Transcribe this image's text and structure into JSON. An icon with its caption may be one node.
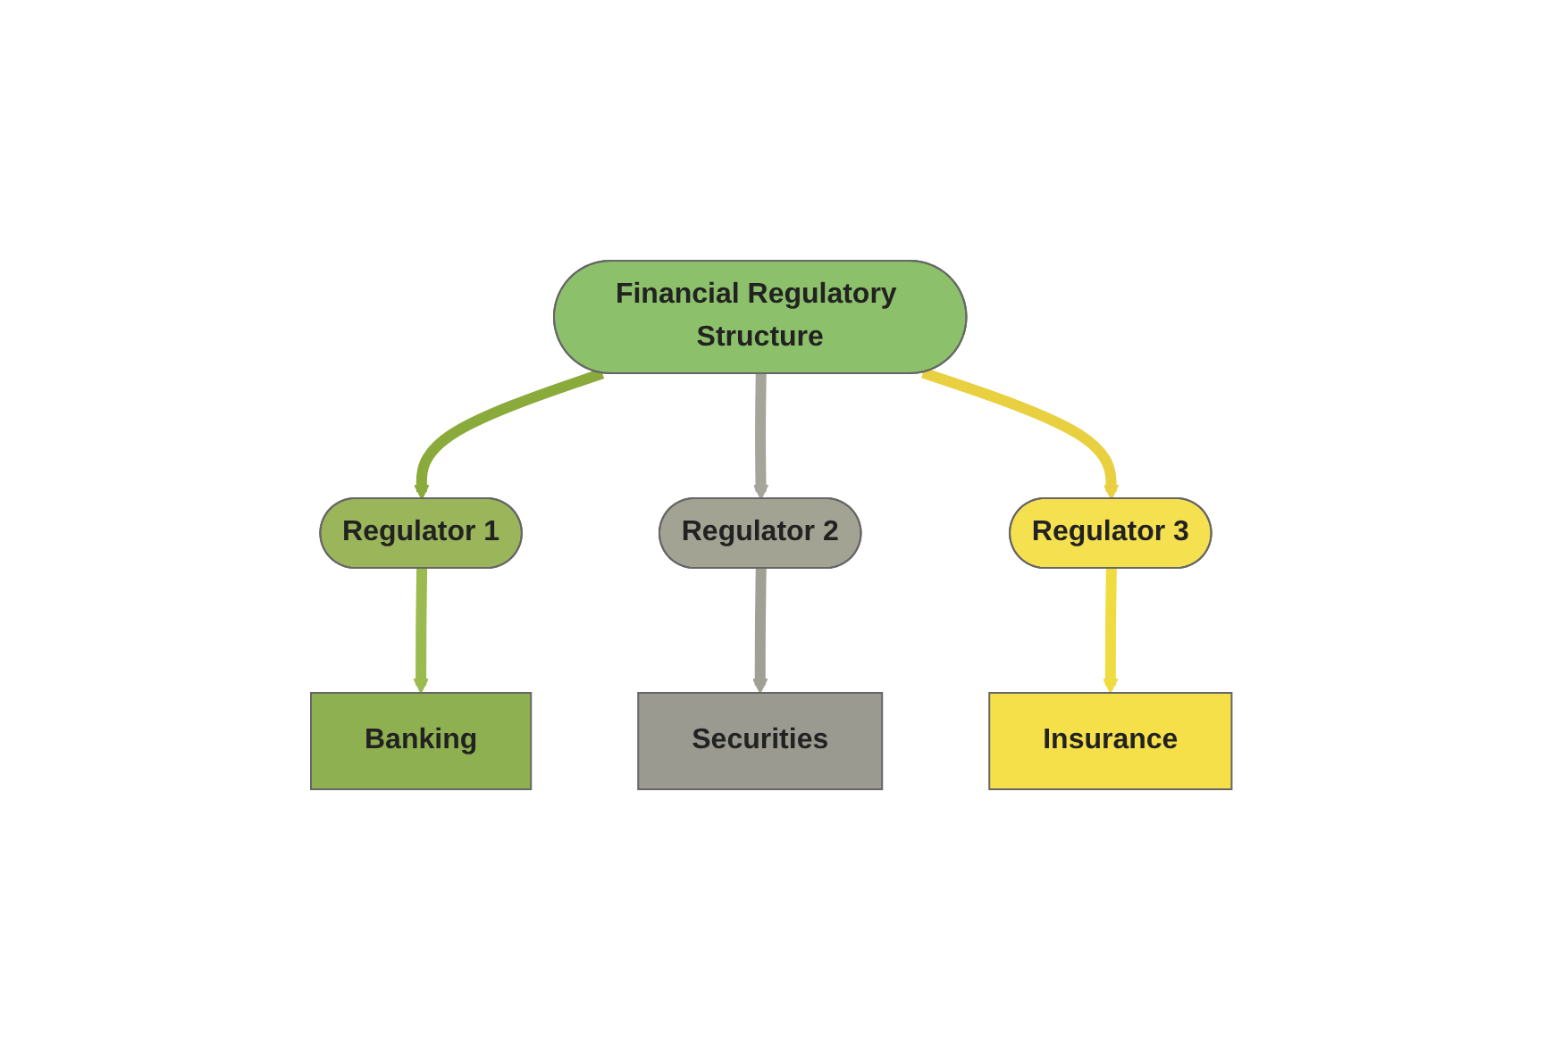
{
  "diagram": {
    "nodes": [
      {
        "text": [
          "Financial Regulatory Structure"
        ]
      },
      {
        "text": [
          "Regulator 1"
        ]
      },
      {
        "text": [
          "Regulator 2"
        ]
      },
      {
        "text": [
          "Regulator 3"
        ]
      },
      {
        "text": [
          "Banking"
        ]
      },
      {
        "text": [
          "Securities"
        ]
      },
      {
        "text": [
          "Insurance"
        ]
      }
    ],
    "edges": [
      {
        "from": 0,
        "to": 1,
        "arrow": "to",
        "color": "#8aab3c"
      },
      {
        "from": 0,
        "to": 2,
        "arrow": "to",
        "color": "#a5a59a"
      },
      {
        "from": 0,
        "to": 3,
        "arrow": "to",
        "color": "#e8d040"
      },
      {
        "from": 1,
        "to": 4,
        "arrow": "to",
        "color": "#9bbb50"
      },
      {
        "from": 2,
        "to": 5,
        "arrow": "to",
        "color": "#a0a095"
      },
      {
        "from": 3,
        "to": 6,
        "arrow": "to",
        "color": "#f0dc40"
      }
    ]
  }
}
